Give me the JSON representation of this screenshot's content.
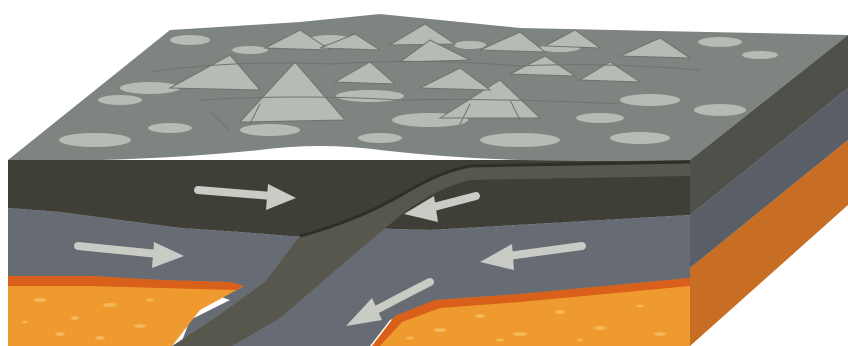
{
  "diagram": {
    "subject": "tectonic-plate-convergence-block",
    "colors": {
      "background": "#ffffff",
      "surface": "#7e8580",
      "surface_light": "#b7bbb6",
      "ridge_line": "#6d736e",
      "crust_dark": "#3f3f38",
      "crust_mid": "#57574d",
      "mantle_blue": "#676b73",
      "mantle_blue_side": "#5a5e66",
      "asthenosphere": "#ef9a2f",
      "asthenosphere_side": "#c86e24",
      "magma_edge": "#d8601a",
      "speckle": "#f6b757",
      "side_top": "#50504a",
      "arrow": "#c9cbc5"
    },
    "arrows": [
      {
        "name": "arrow-upper-left-right",
        "direction": "right"
      },
      {
        "name": "arrow-lower-left-right",
        "direction": "right"
      },
      {
        "name": "arrow-upper-right-left",
        "direction": "left"
      },
      {
        "name": "arrow-lower-right-left",
        "direction": "left"
      },
      {
        "name": "arrow-subduction-down-left",
        "direction": "down-left"
      }
    ],
    "mountain_count": 14,
    "icons": [
      "arrow-icon",
      "mountain-icon"
    ]
  }
}
